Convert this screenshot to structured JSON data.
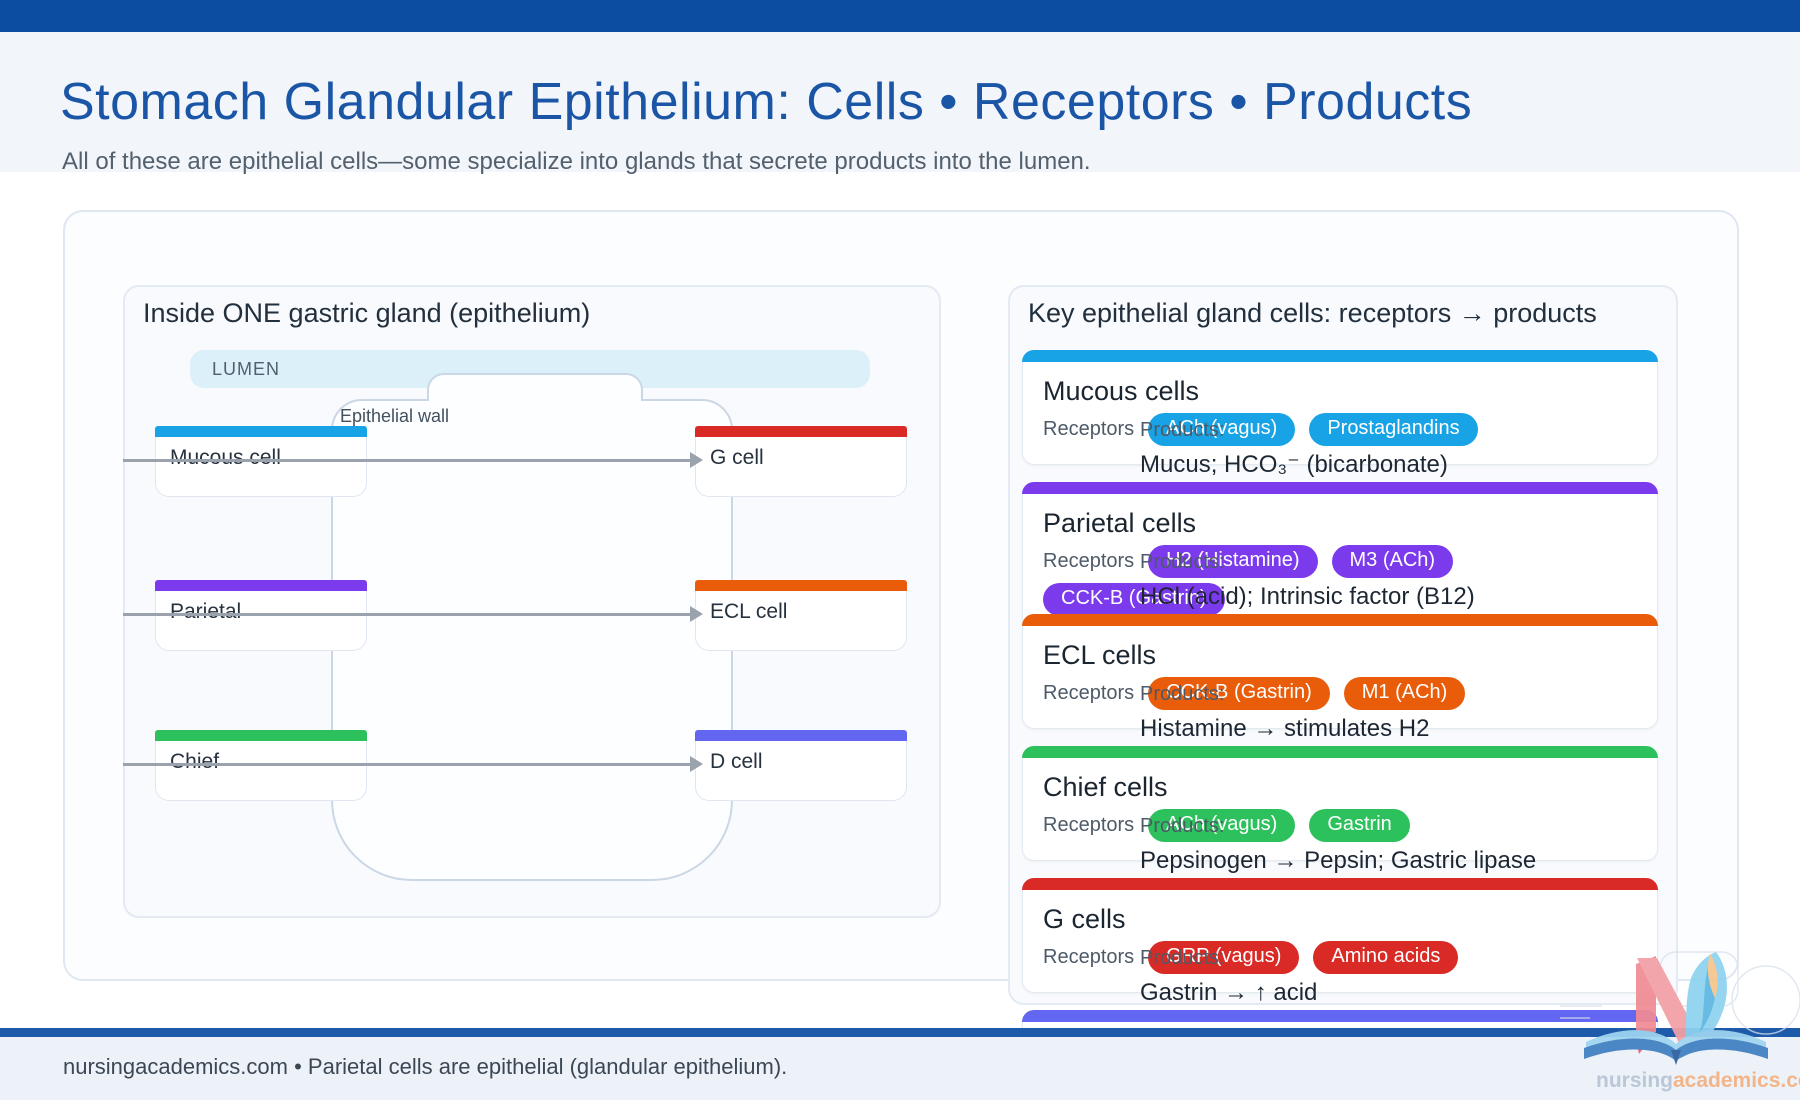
{
  "header": {
    "title": "Stomach Glandular Epithelium: Cells • Receptors • Products",
    "subtitle": "All of these are epithelial cells—some specialize into glands that secrete products into the lumen."
  },
  "gland_panel": {
    "title": "Inside ONE gastric gland (epithelium)",
    "lumen_label": "LUMEN",
    "wall_label": "Epithelial wall",
    "left_cells": [
      {
        "label": "Mucous cell",
        "color": "#17a3e6"
      },
      {
        "label": "Parietal",
        "color": "#7c3aed"
      },
      {
        "label": "Chief",
        "color": "#2cc15d"
      }
    ],
    "right_cells": [
      {
        "label": "G cell",
        "color": "#da2a26"
      },
      {
        "label": "ECL cell",
        "color": "#e95d0a"
      },
      {
        "label": "D cell",
        "color": "#6366f1"
      }
    ]
  },
  "cards_panel": {
    "title": "Key epithelial gland cells: receptors → products",
    "receptors_label": "Receptors",
    "products_label": "Products:",
    "cards": [
      {
        "title": "Mucous cells",
        "color": "#17a3e6",
        "receptors": [
          "ACh (vagus)",
          "Prostaglandins"
        ],
        "products": "Mucus; HCO₃⁻ (bicarbonate)"
      },
      {
        "title": "Parietal cells",
        "color": "#7c3aed",
        "receptors": [
          "H2 (Histamine)",
          "M3 (ACh)",
          "CCK-B (Gastrin)"
        ],
        "products": "HCl (acid); Intrinsic factor (B12)"
      },
      {
        "title": "ECL cells",
        "color": "#e95d0a",
        "receptors": [
          "CCK-B (Gastrin)",
          "M1 (ACh)"
        ],
        "products": "Histamine → stimulates H2"
      },
      {
        "title": "Chief cells",
        "color": "#2cc15d",
        "receptors": [
          "ACh (vagus)",
          "Gastrin"
        ],
        "products": "Pepsinogen → Pepsin; Gastric lipase"
      },
      {
        "title": "G cells",
        "color": "#da2a26",
        "receptors": [
          "GRP (vagus)",
          "Amino acids"
        ],
        "products": "Gastrin → ↑ acid"
      },
      {
        "title": "",
        "color": "#6366f1",
        "receptors": [],
        "products": ""
      }
    ]
  },
  "footer": {
    "text": "nursingacademics.com  •  Parietal cells are epithelial (glandular epithelium)."
  },
  "logo": {
    "wordmark_primary": "nursing",
    "wordmark_secondary": "academics.com"
  },
  "colors": {
    "topbar": "#0c4da2",
    "footer_divider": "#1d5aa9",
    "title_blue": "#1b55a6",
    "accent_blue": "#17a3e6",
    "accent_purple": "#7c3aed",
    "accent_orange": "#e95d0a",
    "accent_green": "#2cc15d",
    "accent_red": "#da2a26",
    "accent_violet": "#6366f1"
  }
}
